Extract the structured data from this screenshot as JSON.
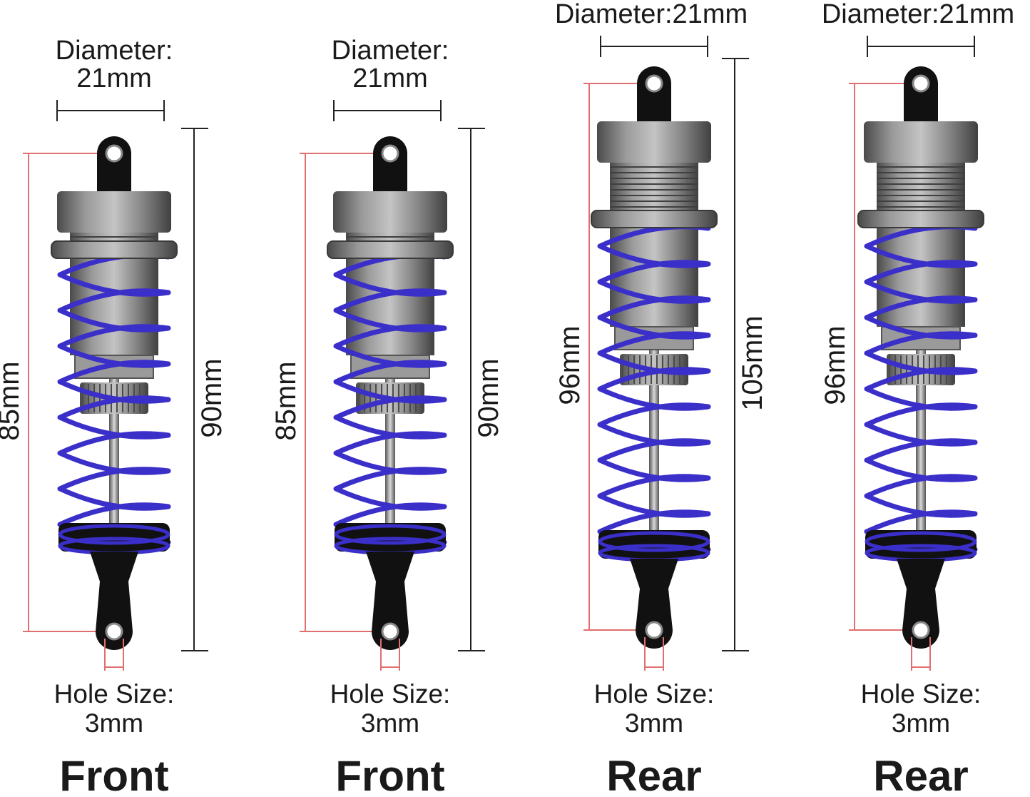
{
  "shocks": [
    {
      "id": "front-left",
      "diameter_label": [
        "Diameter:",
        "21mm"
      ],
      "hole_label": [
        "Hole Size:",
        "3mm"
      ],
      "eye_to_eye_label": "85mm",
      "overall_length_label": "90mm",
      "title": "Front"
    },
    {
      "id": "front-right",
      "diameter_label": [
        "Diameter:",
        "21mm"
      ],
      "hole_label": [
        "Hole Size:",
        "3mm"
      ],
      "eye_to_eye_label": "85mm",
      "overall_length_label": "90mm",
      "title": "Front"
    },
    {
      "id": "rear-left",
      "diameter_label": [
        "Diameter:21mm"
      ],
      "hole_label": [
        "Hole Size:",
        "3mm"
      ],
      "eye_to_eye_label": "96mm",
      "overall_length_label": "105mm",
      "title": "Rear"
    },
    {
      "id": "rear-right",
      "diameter_label": [
        "Diameter:21mm"
      ],
      "hole_label": [
        "Hole Size:",
        "3mm"
      ],
      "eye_to_eye_label": "96mm",
      "title": "Rear"
    }
  ],
  "colors": {
    "spring": "#3b2fc9",
    "body": "#7d7d7d",
    "mount": "#111111",
    "eye_line": "#e26f6f",
    "dimension_line": "#222222"
  }
}
